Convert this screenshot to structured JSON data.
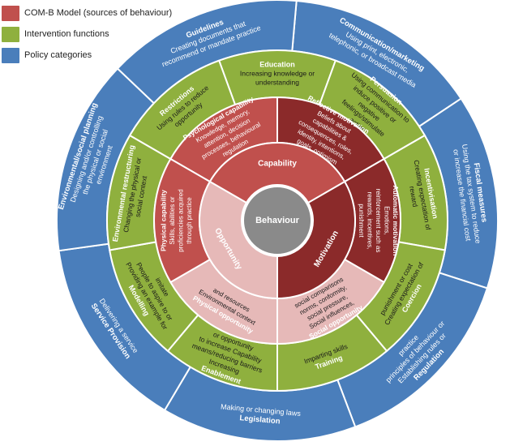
{
  "colors": {
    "policy": "#4a7ebb",
    "intervention": "#8fb03e",
    "capability": "#c0504d",
    "opportunity": "#e6b9b8",
    "motivation": "#8b2a2a",
    "core": "#8a8a8a",
    "stroke": "#ffffff"
  },
  "legend": [
    {
      "label": "COM-B Model (sources of behaviour)",
      "color": "#c0504d"
    },
    {
      "label": "Intervention functions",
      "color": "#8fb03e"
    },
    {
      "label": "Policy categories",
      "color": "#4a7ebb"
    }
  ],
  "core": {
    "label": "Behaviour"
  },
  "comb_main": [
    {
      "label": "Capability"
    },
    {
      "label": "Motivation"
    },
    {
      "label": "Opportunity"
    }
  ],
  "comb_sub": [
    {
      "title": "Psychological capability",
      "desc": "Knowledge, memory, attention, decision processes, behavioural regulation"
    },
    {
      "title": "Reflective motivation",
      "desc": "Beliefs about capabilities & consequences, roles, identity, intentions, goals, optimism"
    },
    {
      "title": "Automatic motivation",
      "desc": "Emotions, reinforcement such as rewards, incentives, punishment"
    },
    {
      "title": "Social opportunity",
      "desc": "Social influences, social pressure, norms, conformity, social comparisons"
    },
    {
      "title": "Physical opportunity",
      "desc": "Environmental context and resources"
    },
    {
      "title": "Physical capability",
      "desc": "Skills, abilities or proficiencies acquired through practice"
    }
  ],
  "interventions": [
    {
      "title": "Education",
      "desc": "Increasing knowledge or understanding"
    },
    {
      "title": "Persuasion",
      "desc": "Using communication to induce positive or negative feelings/stimulate action"
    },
    {
      "title": "Incentivisation",
      "desc": "Creating expectation of reward"
    },
    {
      "title": "Coercion",
      "desc": "Creating expectation of punishment or cost"
    },
    {
      "title": "Training",
      "desc": "Imparting skills"
    },
    {
      "title": "Enablement",
      "desc": "Increasing means/reducing barriers to increase Capability or opportunity"
    },
    {
      "title": "Modelling",
      "desc": "Providing an example for People to aspire to or imitate"
    },
    {
      "title": "Environmental restructuring",
      "desc": "Changing the physical or social context"
    },
    {
      "title": "Restrictions",
      "desc": "Using rules to reduce opportunity"
    }
  ],
  "policies": [
    {
      "title": "Communication/marketing",
      "desc": "Using print, electronic, telephonic, or broadcast media"
    },
    {
      "title": "Fiscal measures",
      "desc": "Using the tax system to reduce or increase the financial cost"
    },
    {
      "title": "Regulation",
      "desc": "Establishing rules or principles of behaviour or practice"
    },
    {
      "title": "Legislation",
      "desc": "Making or changing laws"
    },
    {
      "title": "Service Provision",
      "desc": "Delivering a service"
    },
    {
      "title": "Environmental/social planning",
      "desc": "Designing and/or controlling the physical or social environment"
    },
    {
      "title": "Guidelines",
      "desc": "Creating documents that recommend or mandate practice"
    }
  ]
}
